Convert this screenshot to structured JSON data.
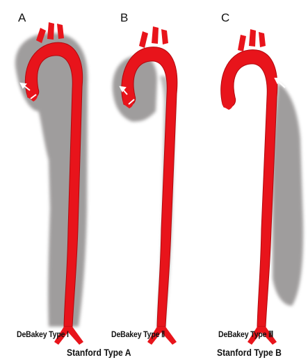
{
  "panels": [
    {
      "letter": "A",
      "caption": "DeBakey Type I"
    },
    {
      "letter": "B",
      "caption": "DeBakey Type Ⅱ"
    },
    {
      "letter": "C",
      "caption": "DeBakey Type Ⅲ"
    }
  ],
  "groups": [
    "Stanford Type A",
    "Stanford Type B"
  ],
  "colors": {
    "aorta": "#e8141b",
    "false_lumen": "#8f8c8c",
    "arrow": "#ffffff"
  },
  "icons": [
    "entry-tear-arrow-icon"
  ]
}
